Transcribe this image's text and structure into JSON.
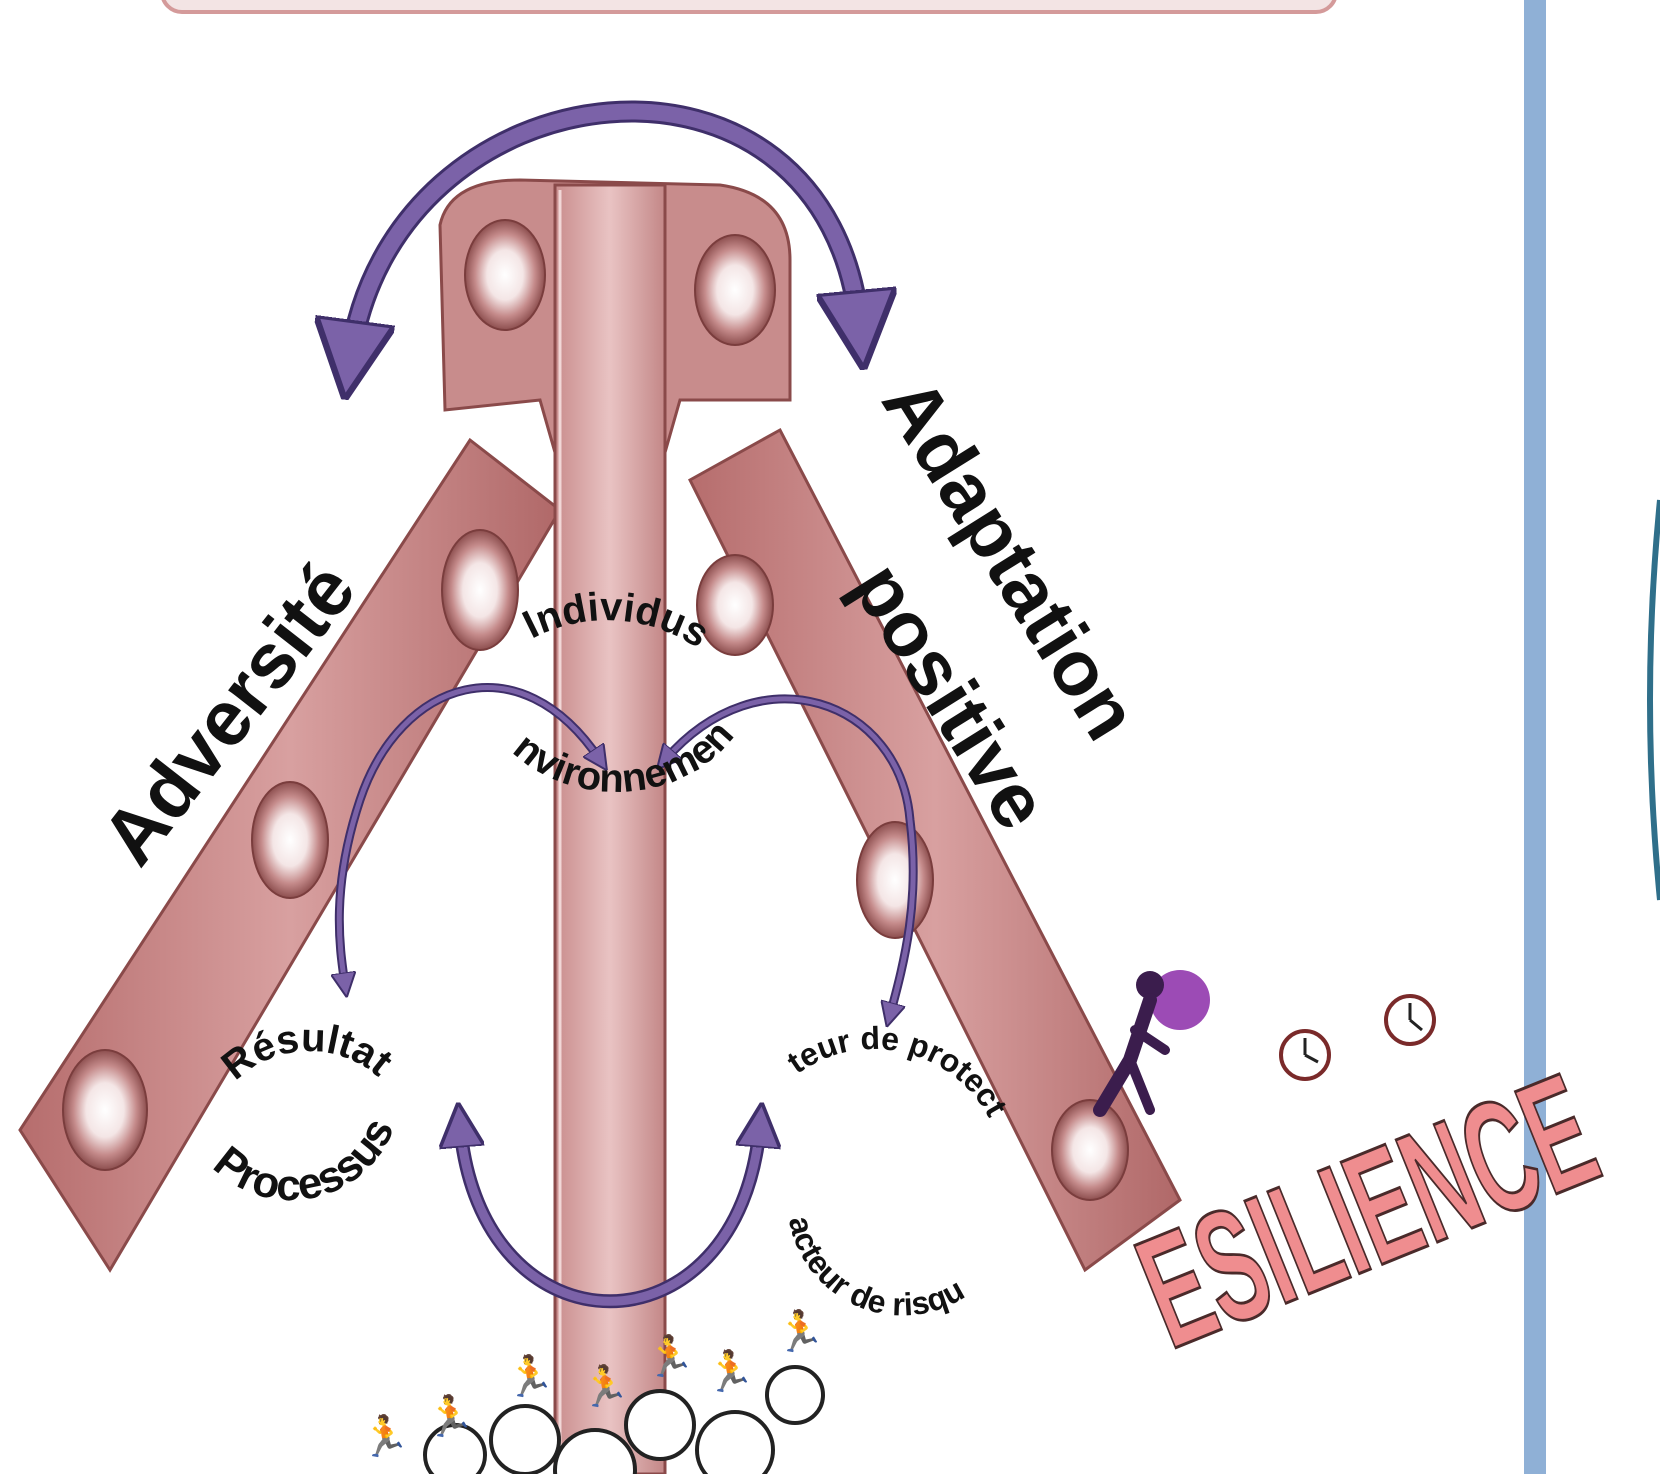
{
  "labels": {
    "adversite": "Adversité",
    "adaptation": "Adaptation",
    "positive": "positive",
    "individus": "Individus",
    "environnement": "environnement",
    "resultat": "Résultat",
    "processus": "Processus",
    "facteur_protection": "Facteur de protection",
    "facteur_risque": "Facteur de risque",
    "resilience": "ESILIENCE"
  },
  "colors": {
    "arrow_purple": "#7b62a8",
    "arrow_outline": "#3f2f6a",
    "hinge_pink": "#c98a8a",
    "hinge_shade": "#a35f5f",
    "side_bar": "#8fb0d6",
    "brand_pink": "#ef8d8f"
  },
  "icons": [
    "hinge-graphic",
    "runner-icon",
    "clock-icon",
    "side-bar"
  ]
}
